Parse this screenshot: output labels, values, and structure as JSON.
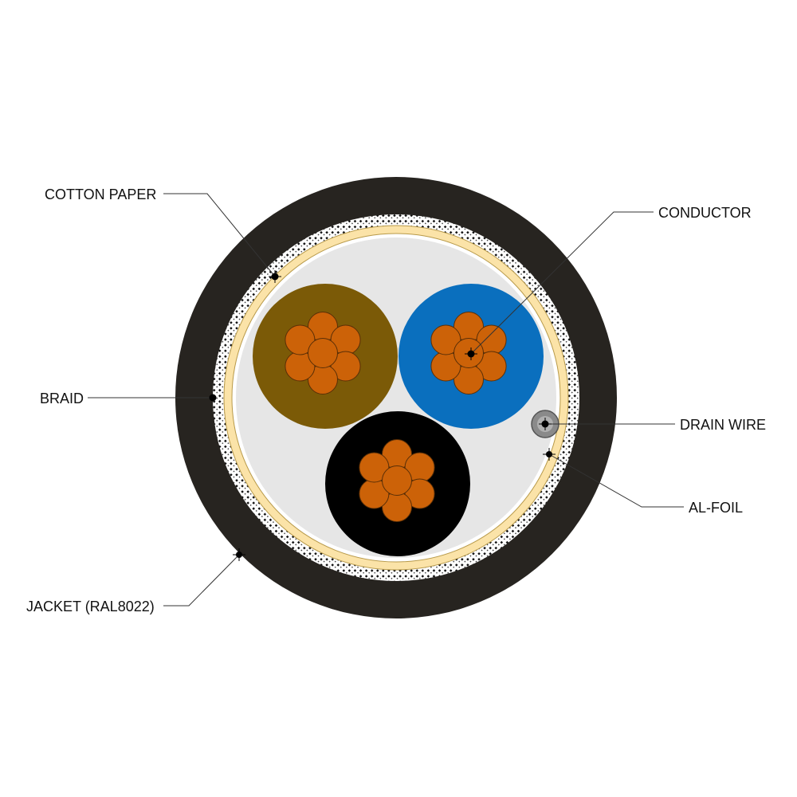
{
  "labels": {
    "cotton_paper": "COTTON PAPER",
    "braid": "BRAID",
    "jacket": "JACKET (RAL8022)",
    "conductor": "CONDUCTOR",
    "drain_wire": "DRAIN WIRE",
    "al_foil": "AL-FOIL"
  },
  "colors": {
    "jacket": "#272420",
    "braid_light": "#ffffff",
    "braid_dark": "#111111",
    "al_foil": "#fbe3a8",
    "filler": "#e6e6e6",
    "core_brown": "#7b5a07",
    "core_blue": "#0a6fbe",
    "core_black": "#000000",
    "copper": "#cc6208",
    "drain_wire": "#8a8a8a"
  },
  "cores": [
    {
      "name": "brown-core",
      "color_key": "core_brown",
      "strands": 7
    },
    {
      "name": "blue-core",
      "color_key": "core_blue",
      "strands": 7
    },
    {
      "name": "black-core",
      "color_key": "core_black",
      "strands": 7
    }
  ]
}
